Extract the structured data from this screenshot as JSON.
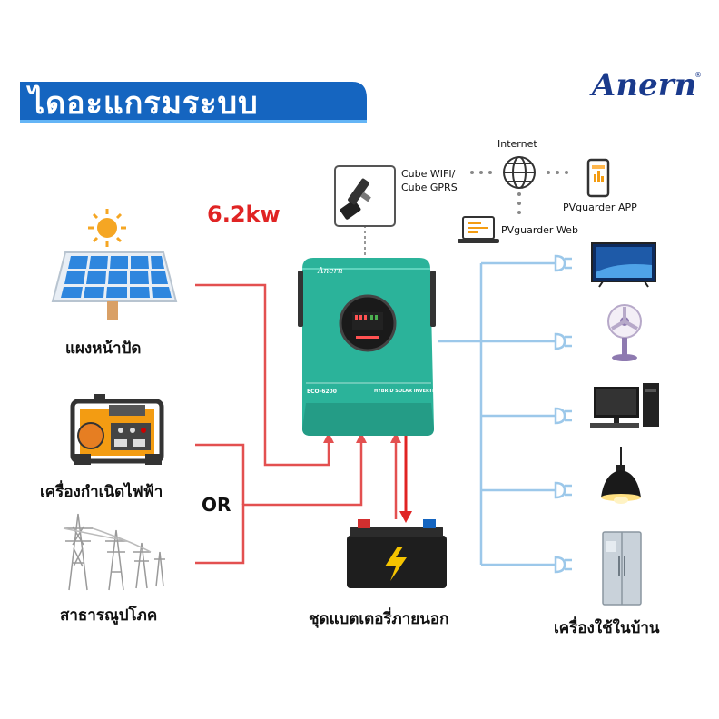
{
  "header": {
    "title": "ไดอะแกรมระบบ",
    "brand": "Anern",
    "brand_reg": "®"
  },
  "power_rating": "6.2kw",
  "sources": {
    "solar_label": "แผงหน้าปัด",
    "generator_label": "เครื่องกำเนิดไฟฟ้า",
    "or_label": "OR",
    "grid_label": "สาธารณูปโภค"
  },
  "battery": {
    "label": "ชุดแบตเตอรี่ภายนอก"
  },
  "loads": {
    "label": "เครื่องใช้ในบ้าน"
  },
  "connectivity": {
    "module_label_line1": "Cube WIFI/",
    "module_label_line2": "Cube  GPRS",
    "internet_label": "Internet",
    "app_label": "PVguarder APP",
    "web_label": "PVguarder Web"
  },
  "inverter": {
    "brand": "Anern",
    "model": "ECO-6200",
    "type": "HYBRID SOLAR INVERTER"
  },
  "colors": {
    "banner": "#1565c0",
    "inverter": "#2bb39a",
    "ac_line": "#9cc8ea",
    "dc_line": "#e35050",
    "accent_red": "#e02424"
  }
}
